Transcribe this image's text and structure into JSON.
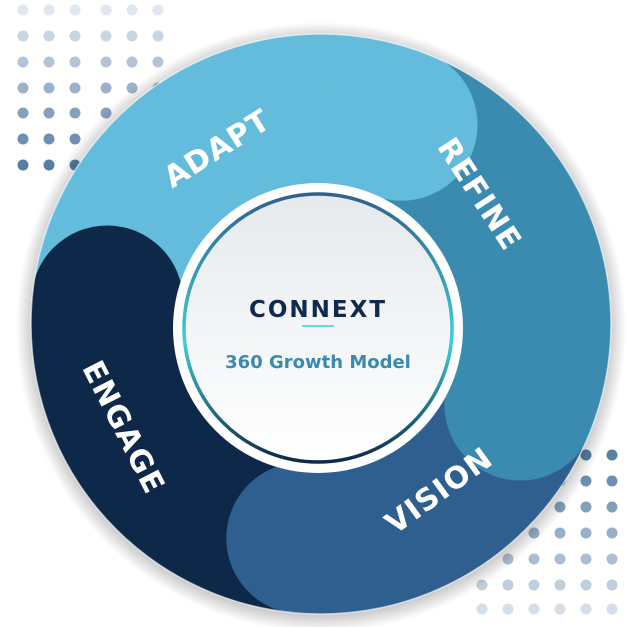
{
  "center": {
    "title": "CONNEXT",
    "subtitle": "360 Growth Model"
  },
  "segments": [
    {
      "label": "ADAPT",
      "color": "#63bcdb"
    },
    {
      "label": "REFINE",
      "color": "#3b8bb1"
    },
    {
      "label": "VISION",
      "color": "#2f5f8f"
    },
    {
      "label": "ENGAGE",
      "color": "#0d2849"
    }
  ],
  "colors": {
    "accent_line": "#3ccfd8",
    "dots": "#2f5f8f"
  }
}
